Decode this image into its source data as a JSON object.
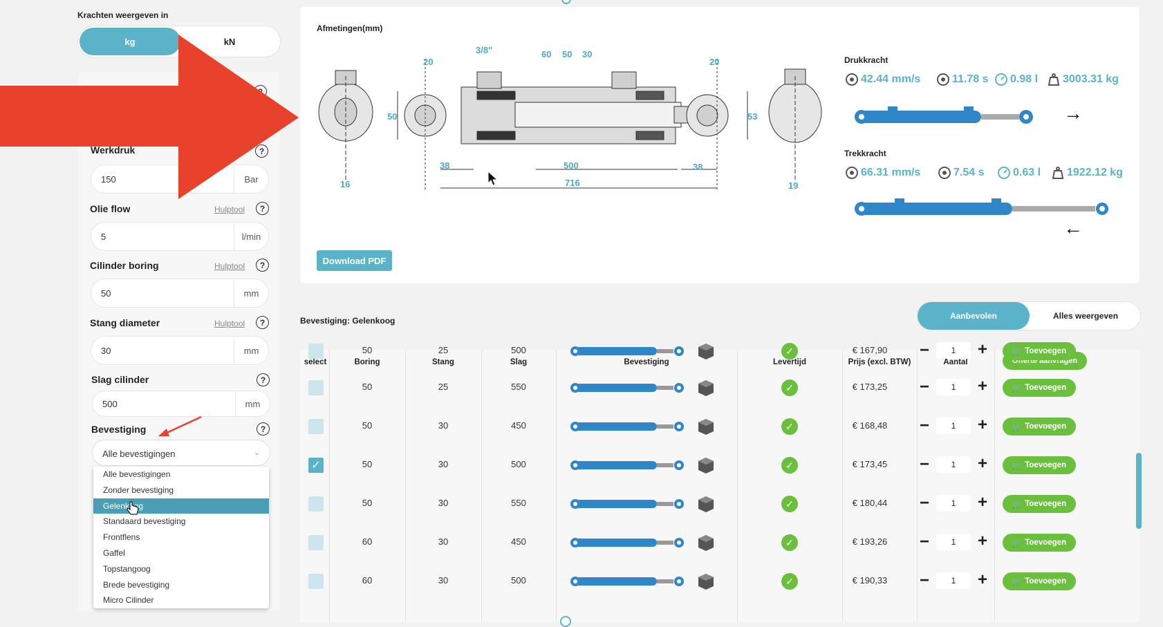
{
  "force_panel": {
    "label": "Krachten weergeven in",
    "options": [
      "kg",
      "kN"
    ],
    "selected": "kg"
  },
  "fields": {
    "werkdruk": {
      "label": "Werkdruk",
      "value": "150",
      "unit": "Bar"
    },
    "olie_flow": {
      "label": "Olie flow",
      "helper": "Hulptool",
      "value": "5",
      "unit": "l/min"
    },
    "cilinder_boring": {
      "label": "Cilinder boring",
      "helper": "Hulptool",
      "value": "50",
      "unit": "mm"
    },
    "stang_diameter": {
      "label": "Stang diameter",
      "helper": "Hulptool",
      "value": "30",
      "unit": "mm"
    },
    "slag_cilinder": {
      "label": "Slag cilinder",
      "value": "500",
      "unit": "mm"
    },
    "bevestiging": {
      "label": "Bevestiging",
      "value": "Alle bevestigingen",
      "options": [
        "Alle bevestigingen",
        "Zonder bevestiging",
        "Gelenkoog",
        "Standaard bevestiging",
        "Frontflens",
        "Gaffel",
        "Topstangoog",
        "Brede bevestiging",
        "Micro Cilinder"
      ],
      "highlighted": "Gelenkoog"
    }
  },
  "help_glyph": "?",
  "drawing": {
    "title": "Afmetingen(mm)",
    "dims": {
      "d20a": "20",
      "d38": "3/8\"",
      "d60": "60",
      "d50top": "50",
      "d30": "30",
      "d20b": "20",
      "d50side": "50",
      "d53": "53",
      "d38a": "38",
      "d500": "500",
      "d38b": "38",
      "d716": "716",
      "d16": "16",
      "d19": "19"
    },
    "download_label": "Download PDF"
  },
  "drukkracht": {
    "title": "Drukkracht",
    "speed": "42.44 mm/s",
    "time": "11.78 s",
    "volume": "0.98 l",
    "force": "3003.31 kg",
    "arrow": "→"
  },
  "trekkracht": {
    "title": "Trekkracht",
    "speed": "66.31 mm/s",
    "time": "7.54 s",
    "volume": "0.63 l",
    "force": "1922.12 kg",
    "arrow": "←"
  },
  "results": {
    "bevestiging_label": "Bevestiging: Gelenkoog",
    "view_options": {
      "recommended": "Aanbevolen",
      "all": "Alles weergeven"
    },
    "headers": {
      "select": "select",
      "boring": "Boring",
      "stang": "Stang",
      "slag": "Slag",
      "bevestiging": "Bevestiging",
      "levertijd": "Levertijd",
      "prijs": "Prijs (excl. BTW)",
      "aantal": "Aantal",
      "offerte": "Offerte aanvragen"
    },
    "add_label": "Toevoegen",
    "check_glyph": "✓",
    "minus_glyph": "−",
    "plus_glyph": "+",
    "rows": [
      {
        "boring": "50",
        "stang": "25",
        "slag": "500",
        "prijs": "€ 167,90",
        "aantal": "1",
        "selected": false
      },
      {
        "boring": "50",
        "stang": "25",
        "slag": "550",
        "prijs": "€ 173,25",
        "aantal": "1",
        "selected": false
      },
      {
        "boring": "50",
        "stang": "30",
        "slag": "450",
        "prijs": "€ 168,48",
        "aantal": "1",
        "selected": false
      },
      {
        "boring": "50",
        "stang": "30",
        "slag": "500",
        "prijs": "€ 173,45",
        "aantal": "1",
        "selected": true
      },
      {
        "boring": "50",
        "stang": "30",
        "slag": "550",
        "prijs": "€ 180,44",
        "aantal": "1",
        "selected": false
      },
      {
        "boring": "60",
        "stang": "30",
        "slag": "450",
        "prijs": "€ 193,26",
        "aantal": "1",
        "selected": false
      },
      {
        "boring": "60",
        "stang": "30",
        "slag": "500",
        "prijs": "€ 190,33",
        "aantal": "1",
        "selected": false
      }
    ]
  },
  "colors": {
    "accent": "#5ab3c8",
    "green": "#6abf3c",
    "annotation_red": "#e8412c",
    "cylinder_blue": "#2f86c9"
  }
}
